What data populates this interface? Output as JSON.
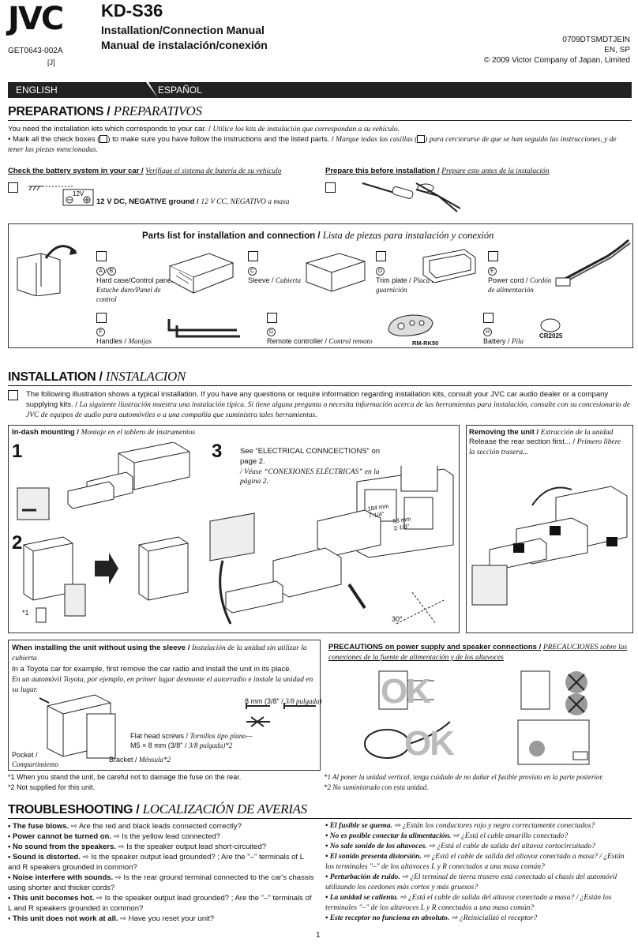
{
  "header": {
    "logo": "JVC",
    "model": "KD-S36",
    "title_en": "Installation/Connection Manual",
    "title_es": "Manual de instalación/conexión",
    "part_no": "GET0643-002A",
    "part_suffix": "[J]",
    "code": "0709DTSMDTJEIN",
    "langs": "EN, SP",
    "copyright": "© 2009 Victor Company of Japan, Limited"
  },
  "langbar": {
    "english": "ENGLISH",
    "spanish": "ESPAÑOL"
  },
  "preparations": {
    "title": "PREPARATIONS /",
    "title_es": "PREPARATIVOS",
    "intro_en": "You need the installation kits which corresponds to your car. /",
    "intro_es": "Utilice los kits de instalación que correspondan a su vehículo.",
    "mark_en1": "• Mark all the check boxes (",
    "mark_en2": ") to make sure you have follow the instructions and the listed parts. /",
    "mark_es1": "Marque todas las casillas (",
    "mark_es2": ") para cerciorarse de que se han seguido las instrucciones, y de tener las piezas mencionadas.",
    "battery_head": "Check the battery system in your car /",
    "battery_head_es": "Verifique el sistema de batería de su vehículo",
    "battery_label": "12V",
    "battery_text": "12 V DC, NEGATIVE ground /",
    "battery_text_es": "12 V CC, NEGATIVO a masa",
    "prepare_head": "Prepare this before installation /",
    "prepare_head_es": "Prepare esto antes de la instalación"
  },
  "parts": {
    "title": "Parts list for installation and connection /",
    "title_es": "Lista de piezas para instalación y conexión",
    "items": [
      {
        "letter": "A",
        "letter2": "B",
        "label": "Hard case/Control panel",
        "label_es": "Estuche duro/Panel de control"
      },
      {
        "letter": "C",
        "label": "Sleeve /",
        "label_es": "Cubierta"
      },
      {
        "letter": "D",
        "label": "Trim plate /",
        "label_es": "Placa de guarnición"
      },
      {
        "letter": "E",
        "label": "Power cord /",
        "label_es": "Cordón de alimentación"
      },
      {
        "letter": "F",
        "label": "Handles /",
        "label_es": "Manijas"
      },
      {
        "letter": "G",
        "label": "Remote controller /",
        "label_es": "Control remoto"
      },
      {
        "letter": "H",
        "label": "Battery /",
        "label_es": "Pila"
      }
    ],
    "remote_model": "RM-RK50",
    "battery_model": "CR2025"
  },
  "installation": {
    "title": "INSTALLATION /",
    "title_es": "INSTALACION",
    "intro_en": "The following illustration shows a typical installation. If you have any questions or require information regarding installation kits, consult your JVC car audio dealer or a company supplying kits. /",
    "intro_es": "La siguiente ilustración muestra una instalación típica. Si tiene alguna pregunta o necesita información acerca de las herramientas para instalación, consulte con su concesionario de JVC de equipos de audio para automóviles o a una compañía que suministra tales herramientas.",
    "indash": "In-dash mounting /",
    "indash_es": "Montaje en el tablero de instrumentos",
    "step1": "1",
    "step2": "2",
    "step3": "3",
    "see_en": "See “ELECTRICAL CONNCECTIONS” on page 2.",
    "see_es": "/ Véase “CONEXIONES ELÉCTRICAS” en la página 2.",
    "removing": "Removing the unit /",
    "removing_es": "Extracción de la unidad",
    "removing_text": "Release the rear section first... /",
    "removing_text_es": "Primero libere la sección trasera...",
    "angle": "30°",
    "dim_a": "184 mm",
    "dim_a2": "7-1/4\"",
    "dim_b": "53 mm",
    "dim_b2": "2-1/8\"",
    "note_star": "*1"
  },
  "without_sleeve": {
    "title": "When installing the unit without using the sleeve /",
    "title_es": "Instalación de la unidad sin utilizar la cubierta",
    "text_en": "In a Toyota car for example, first remove the car radio and install the unit in its place.",
    "text_es": "En un automóvil Toyota, por ejemplo, en primer lugar desmonte el autorradio e instale la unidad en su lugar.",
    "screw_size": "8 mm (3/8\" /",
    "screw_size_es": "3/8 pulgada)",
    "flat_head": "Flat head screws /",
    "flat_head_es": "Tornillos tipo plano—",
    "flat_dims": "M5 × 8 mm (3/8\" /",
    "flat_dims_es": "3/8 pulgada)*2",
    "bracket": "Bracket /",
    "bracket_es": "Ménsula*2",
    "pocket": "Pocket /",
    "pocket_es": "Compartimiento"
  },
  "precautions": {
    "title": "PRECAUTIONS on power supply and speaker connections /",
    "title_es": "PRECAUCIONES sobre las conexiones de la fuente de alimentación y de los altavoces",
    "ok": "OK",
    "ok2": "OK"
  },
  "footnotes": {
    "n1_en": "*1  When you stand the unit, be careful not to damage the fuse on the rear.",
    "n2_en": "*2  Not supplied for this unit.",
    "n1_es": "*1  Al poner la unidad vertical, tenga cuidado de no dañar el fusible provisto en la parte posterior.",
    "n2_es": "*2  No suministrado con esta unidad."
  },
  "troubleshooting": {
    "title": "TROUBLESHOOTING /",
    "title_es": "LOCALIZACIÓN DE AVERIAS",
    "en": [
      {
        "q": "• The fuse blows.",
        "a": "⇨ Are the red and black leads connected correctly?"
      },
      {
        "q": "• Power cannot be turned on.",
        "a": "⇨ Is the yellow lead connected?"
      },
      {
        "q": "• No sound from the speakers.",
        "a": "⇨ Is the speaker output lead short-circuited?"
      },
      {
        "q": "• Sound is distorted.",
        "a": "⇨ Is the speaker output lead grounded? ; Are the \"–\" terminals of L and R speakers grounded in common?"
      },
      {
        "q": "• Noise interfere with sounds.",
        "a": "⇨ Is the rear ground terminal connected to the car's chassis using shorter and thicker cords?"
      },
      {
        "q": "• This unit becomes hot.",
        "a": "⇨ Is the speaker output lead grounded? ; Are the \"–\" terminals of L and R speakers grounded in common?"
      },
      {
        "q": "• This unit does not work at all.",
        "a": "⇨ Have you reset your unit?"
      }
    ],
    "es": [
      {
        "q": "• El fusible se quema.",
        "a": "⇨ ¿Están los conductores rojo y negro correctamente conectados?"
      },
      {
        "q": "• No es posible conectar la alimentación.",
        "a": "⇨ ¿Está el cable amarillo conectado?"
      },
      {
        "q": "• No sale sonido de los altavoces.",
        "a": "⇨ ¿Está el cable de salida del altavoz cortocircuitado?"
      },
      {
        "q": "• El sonido presenta distorsión.",
        "a": "⇨ ¿Está el cable de salida del altavoz conectado a masa? / ¿Están los terminales \"–\" de los altavoces L y R conectados a una masa común?"
      },
      {
        "q": "• Perturbación de ruido.",
        "a": "⇨ ¿El terminal de tierra trasero está conectado al chasis del automóvil utilizando los cordones más cortos y más gruesos?"
      },
      {
        "q": "• La unidad se calienta.",
        "a": "⇨ ¿Está el cable de salida del altavoz conectado a masa? / ¿Están los terminales \"–\" de los altavoces L y R conectados a una masa común?"
      },
      {
        "q": "• Este receptor no funciona en absoluto.",
        "a": "⇨ ¿Reinicializó el receptor?"
      }
    ]
  },
  "page_number": "1"
}
